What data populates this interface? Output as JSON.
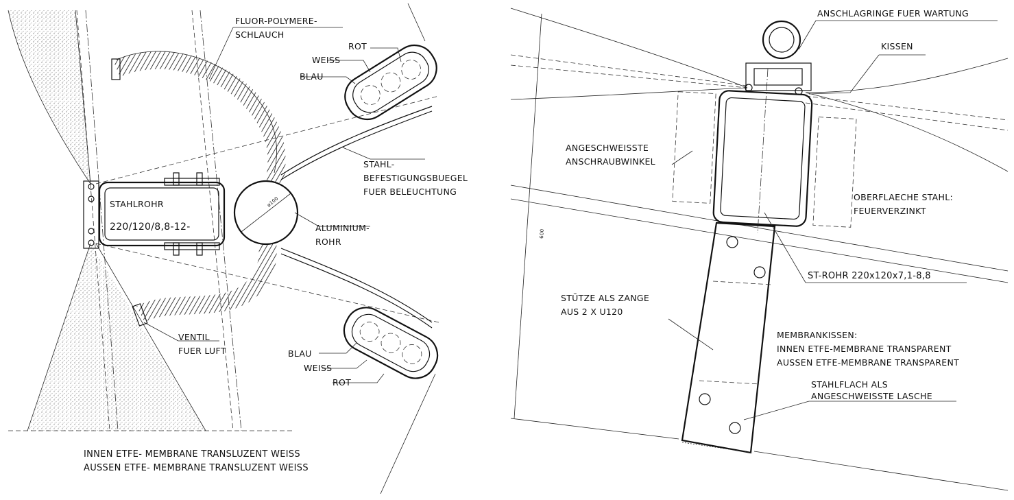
{
  "left_view": {
    "labels": {
      "fluor_hose_1": "FLUOR-POLYMERE-",
      "fluor_hose_2": "SCHLAUCH",
      "rot_top": "ROT",
      "weiss_top": "WEISS",
      "blau_top": "BLAU",
      "stahl_buegel_1": "STAHL-",
      "stahl_buegel_2": "BEFESTIGUNGSBUEGEL",
      "stahl_buegel_3": "FUER BELEUCHTUNG",
      "stahlrohr": "STAHLROHR",
      "stahlrohr_dims": "220/120/8,8-12-",
      "alu_1": "ALUMINIUM-",
      "alu_2": "ROHR",
      "alu_dim": "ø100",
      "ventil_1": "VENTIL",
      "ventil_2": "FUER LUFT",
      "blau_bottom": "BLAU",
      "weiss_bottom": "WEISS",
      "rot_bottom": "ROT",
      "note_1": "INNEN ETFE- MEMBRANE TRANSLUZENT WEISS",
      "note_2": "AUSSEN ETFE- MEMBRANE TRANSLUZENT WEISS"
    }
  },
  "right_view": {
    "labels": {
      "anschlag": "ANSCHLAGRINGE FUER WARTUNG",
      "kissen": "KISSEN",
      "winkel_1": "ANGESCHWEISSTE",
      "winkel_2": "ANSCHRAUBWINKEL",
      "oberfl_1": "OBERFLAECHE STAHL:",
      "oberfl_2": "FEUERVERZINKT",
      "st_rohr": "ST-ROHR 220x120x7,1-8,8",
      "stuetze_1": "STÜTZE ALS ZANGE",
      "stuetze_2": "AUS  2 X U120",
      "membran_1": "MEMBRANKISSEN:",
      "membran_2": "INNEN ETFE-MEMBRANE TRANSPARENT",
      "membran_3": "AUSSEN ETFE-MEMBRANE TRANSPARENT",
      "lasche_1": "STAHLFLACH ALS",
      "lasche_2": "ANGESCHWEISSTE LASCHE",
      "dim_vertical": "600"
    }
  }
}
